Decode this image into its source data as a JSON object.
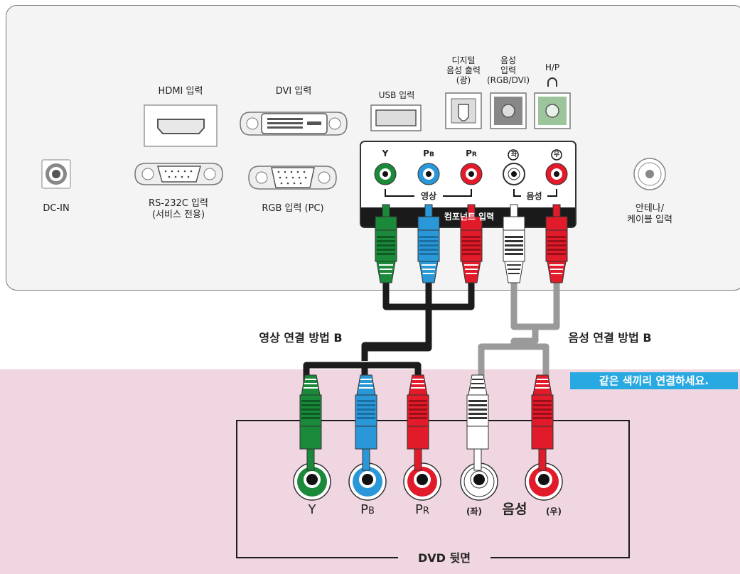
{
  "tv_labels": {
    "hdmi": "HDMI 입력",
    "dvi": "DVI 입력",
    "usb": "USB 입력",
    "digital_audio": "디지털\n음성 출력\n(광)",
    "audio_in": "음성\n입력\n(RGB/DVI)",
    "headphone": "H/P",
    "dc_in": "DC-IN",
    "rs232c": "RS-232C 입력\n(서비스 전용)",
    "rgb": "RGB 입력 (PC)",
    "antenna": "안테나/\n케이블 입력",
    "component_title": "컴포넌트 입력",
    "video_group": "영상",
    "audio_group": "음성"
  },
  "tv_jacks": {
    "y": "Y",
    "pb_main": "P",
    "pb_sub": "B",
    "pr_main": "P",
    "pr_sub": "R",
    "left": "좌",
    "right": "우"
  },
  "connection_labels": {
    "video": "영상 연결 방법 B",
    "audio": "음성 연결 방법 B"
  },
  "hint": "같은 색끼리 연결하세요.",
  "dvd": {
    "y": "Y",
    "pb_main": "P",
    "pb_sub": "B",
    "pr_main": "P",
    "pr_sub": "R",
    "left": "(좌)",
    "audio": "음성",
    "right": "(우)",
    "title": "DVD 뒷면"
  },
  "colors": {
    "green": "#1a8a3a",
    "blue": "#2a98d8",
    "red": "#e21b2a",
    "white": "#ffffff",
    "dark_cable": "#1c1c1c",
    "grey_cable": "#9a9a9a",
    "pink_bg": "#f0d6e0",
    "accent_blue": "#29a9e1"
  }
}
